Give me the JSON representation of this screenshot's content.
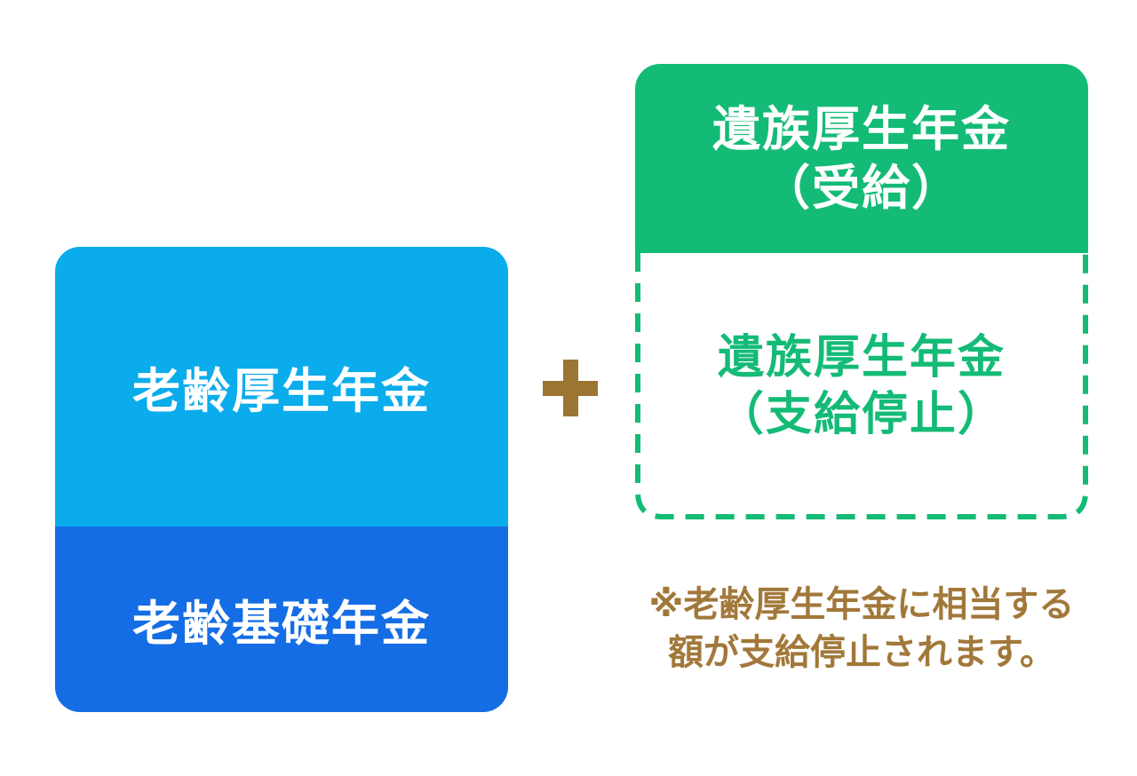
{
  "palette": {
    "light_blue": "#0AACEC",
    "dark_blue": "#146DE4",
    "green": "#14BB76",
    "brown": "#9D7533",
    "note_brown": "#A2783A",
    "white": "#FFFFFF"
  },
  "diagram": {
    "left_stack": {
      "top_label": "老齢厚生年金",
      "bottom_label": "老齢基礎年金"
    },
    "plus_symbol": "+",
    "right_stack": {
      "header_line1": "遺族厚生年金",
      "header_line2": "（受給）",
      "suspended_line1": "遺族厚生年金",
      "suspended_line2": "（支給停止）"
    },
    "note": {
      "line1": "※老齢厚生年金に相当する",
      "line2": "額が支給停止されます。"
    }
  }
}
